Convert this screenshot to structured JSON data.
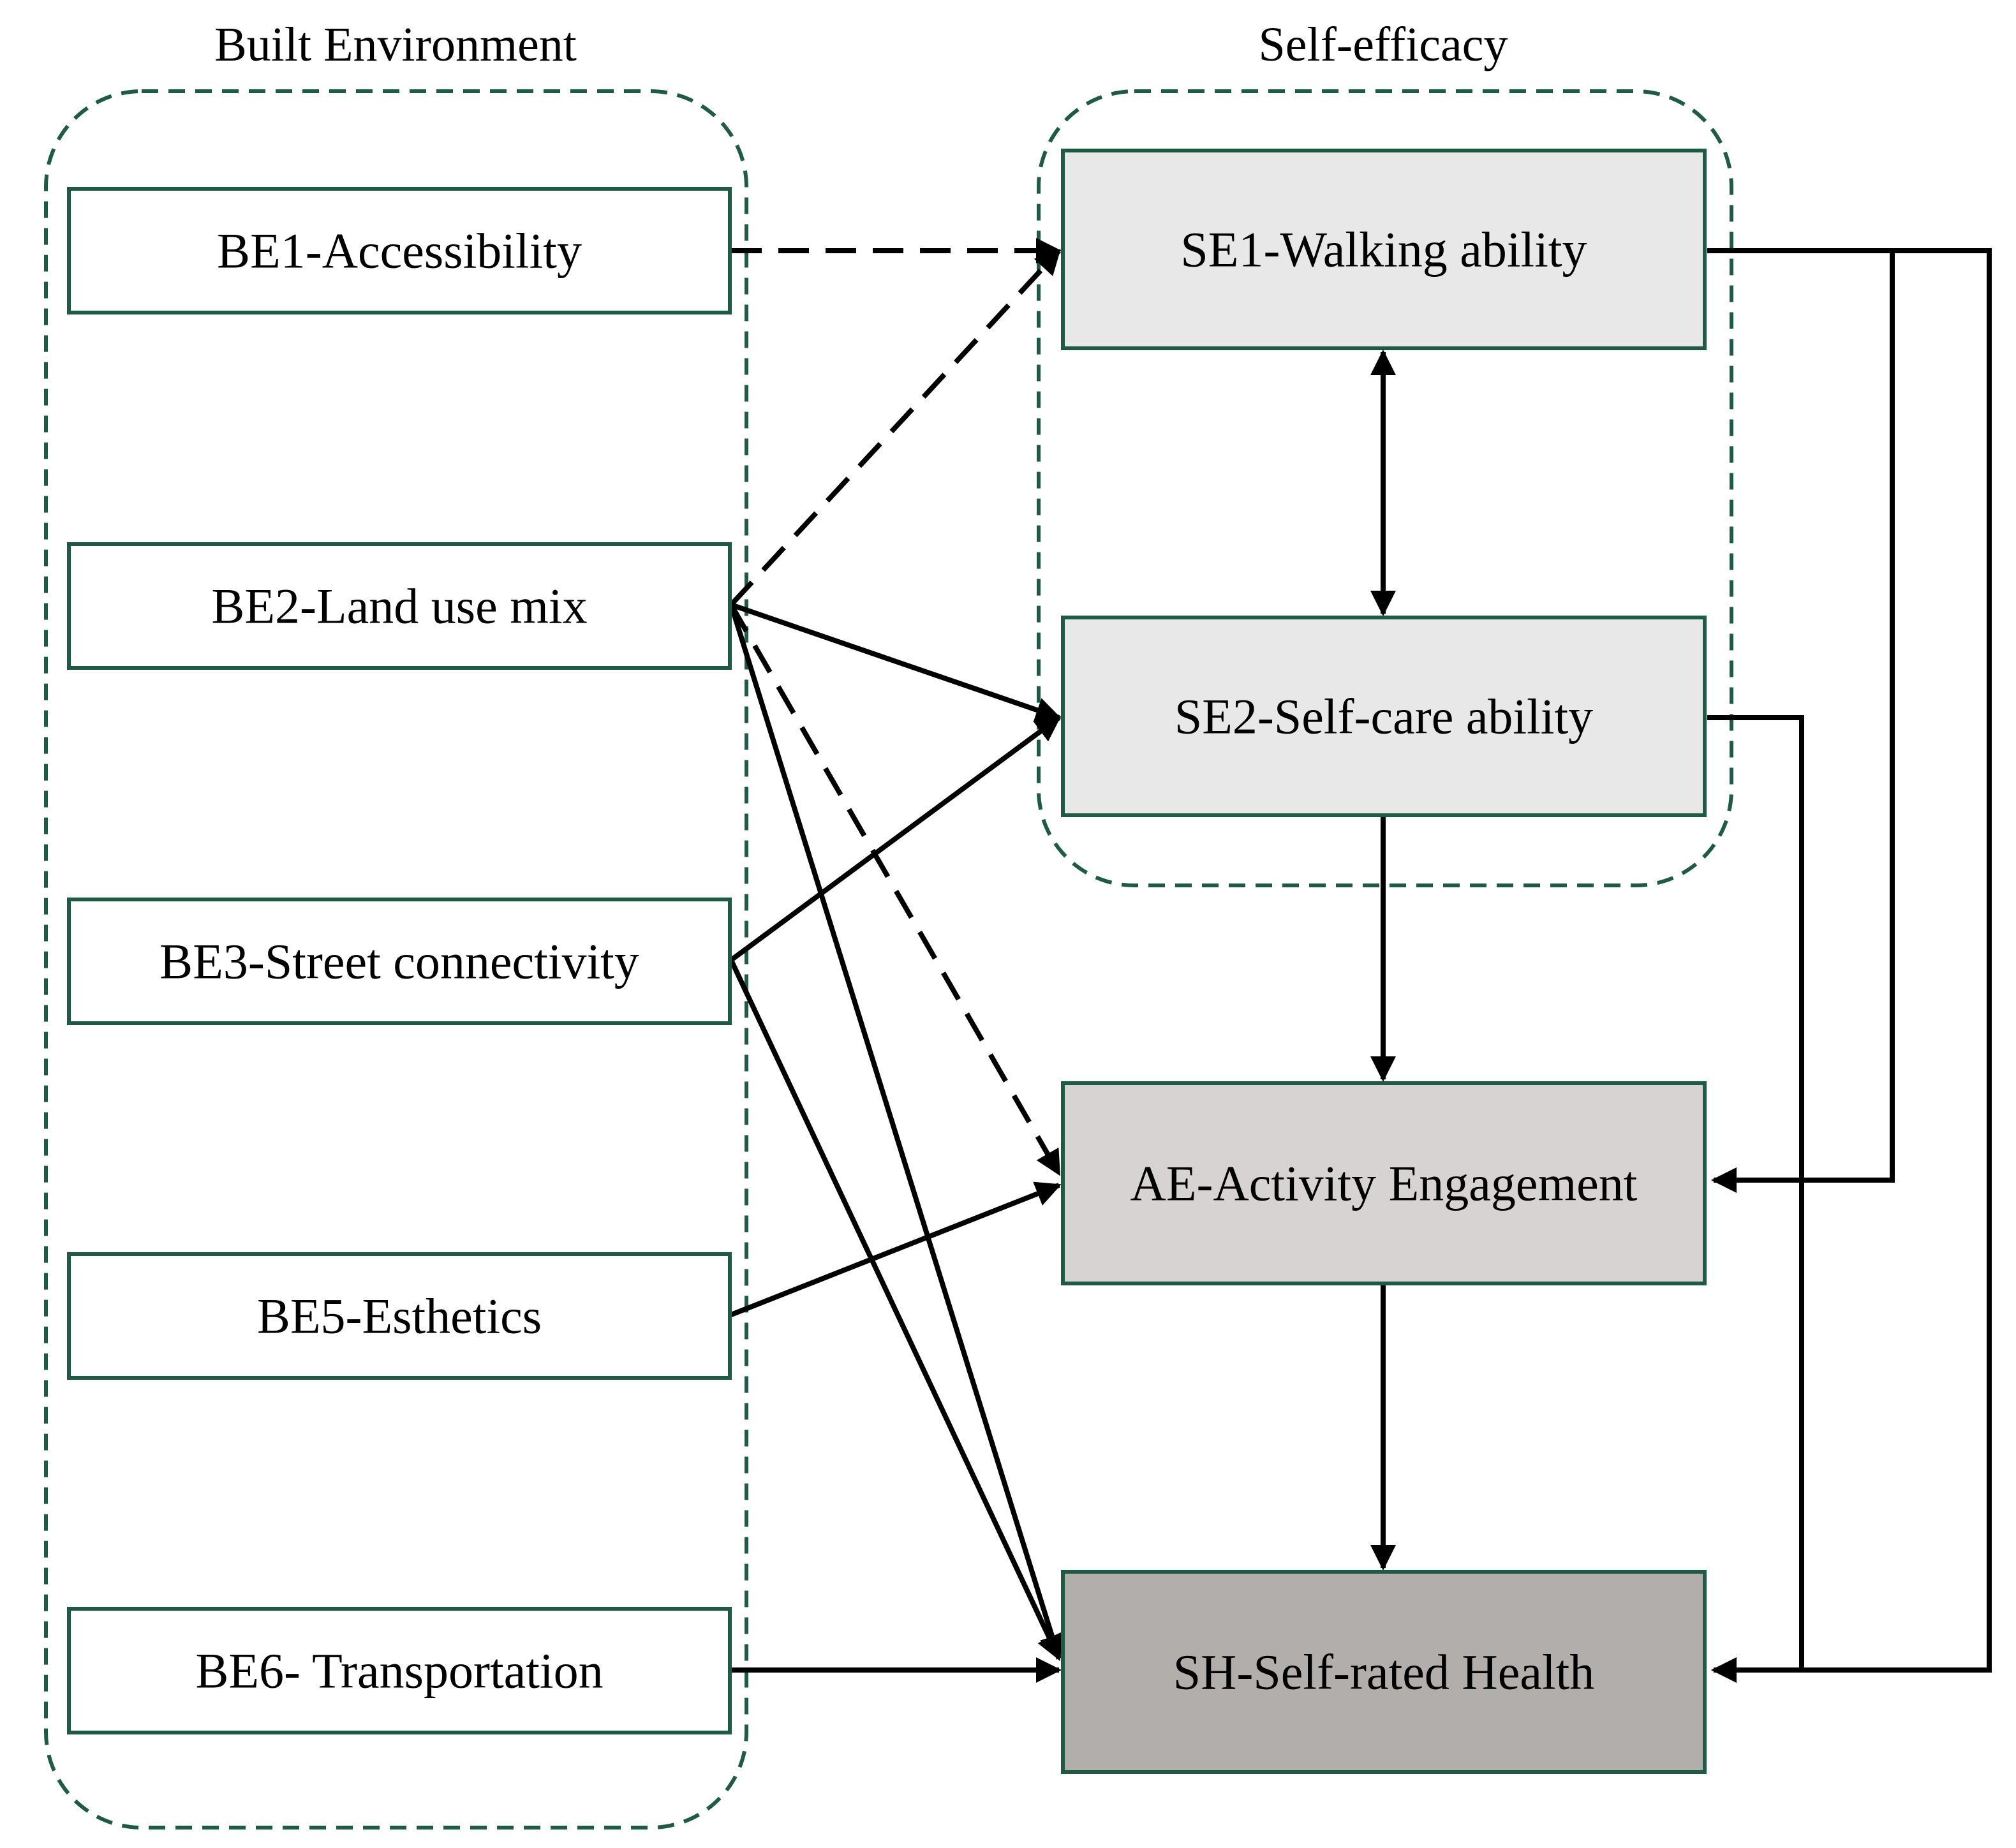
{
  "colors": {
    "group_border": "#1e5a44",
    "node_border": "#1e5a44",
    "edge": "#000000",
    "fill_self_efficacy": "#e8e8e8",
    "fill_activity": "#d6d3d2",
    "fill_health": "#b2aeab",
    "fill_built_env": "#ffffff"
  },
  "groups": {
    "built_environment": "Built Environment",
    "self_efficacy": "Self-efficacy"
  },
  "nodes": {
    "be1": "BE1-Accessibility",
    "be2": "BE2-Land use mix",
    "be3": "BE3-Street connectivity",
    "be5": "BE5-Esthetics",
    "be6": "BE6- Transportation",
    "se1": "SE1-Walking ability",
    "se2": "SE2-Self-care ability",
    "ae": "AE-Activity Engagement",
    "sh": "SH-Self-rated Health"
  },
  "edges": [
    {
      "from": "BE1-Accessibility",
      "to": "SE1-Walking ability",
      "style": "dashed"
    },
    {
      "from": "BE2-Land use mix",
      "to": "SE1-Walking ability",
      "style": "dashed"
    },
    {
      "from": "BE2-Land use mix",
      "to": "SE2-Self-care ability",
      "style": "solid"
    },
    {
      "from": "BE2-Land use mix",
      "to": "AE-Activity Engagement",
      "style": "dashed"
    },
    {
      "from": "BE2-Land use mix",
      "to": "SH-Self-rated Health",
      "style": "solid"
    },
    {
      "from": "BE3-Street connectivity",
      "to": "SE2-Self-care ability",
      "style": "solid"
    },
    {
      "from": "BE3-Street connectivity",
      "to": "SH-Self-rated Health",
      "style": "solid"
    },
    {
      "from": "BE5-Esthetics",
      "to": "AE-Activity Engagement",
      "style": "solid"
    },
    {
      "from": "BE6- Transportation",
      "to": "SH-Self-rated Health",
      "style": "solid"
    },
    {
      "from": "SE1-Walking ability",
      "to": "SE2-Self-care ability",
      "style": "bidirectional"
    },
    {
      "from": "SE2-Self-care ability",
      "to": "AE-Activity Engagement",
      "style": "solid"
    },
    {
      "from": "AE-Activity Engagement",
      "to": "SH-Self-rated Health",
      "style": "solid"
    },
    {
      "from": "SE1-Walking ability",
      "to": "AE-Activity Engagement",
      "style": "solid"
    },
    {
      "from": "SE1-Walking ability",
      "to": "SH-Self-rated Health",
      "style": "solid"
    },
    {
      "from": "SE2-Self-care ability",
      "to": "SH-Self-rated Health",
      "style": "solid"
    }
  ]
}
